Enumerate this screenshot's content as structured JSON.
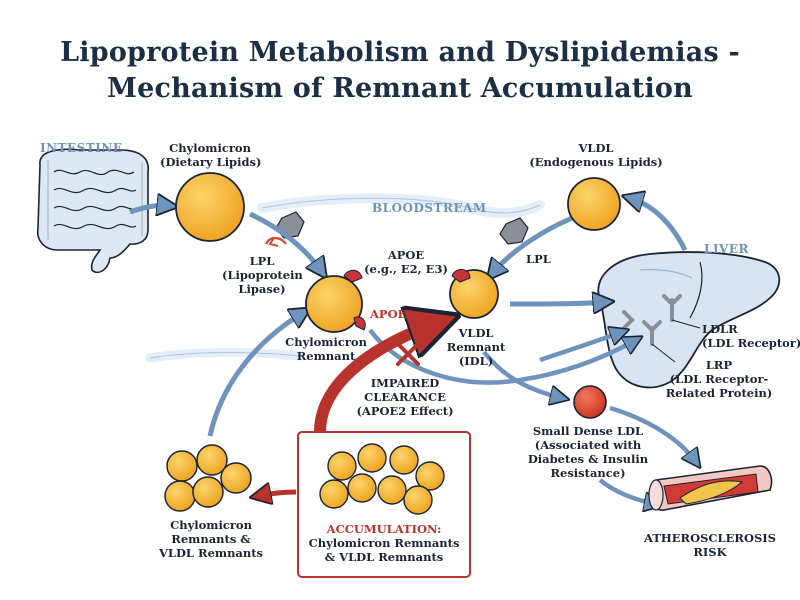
{
  "title": {
    "line1": "Lipoprotein Metabolism and Dyslipidemias -",
    "line2": "Mechanism of Remnant Accumulation"
  },
  "labels": {
    "intestine": "INTESTINE",
    "bloodstream": "BLOODSTREAM",
    "liver": "LIVER",
    "chylomicron": [
      "Chylomicron",
      "(Dietary Lipids)"
    ],
    "vldl": [
      "VLDL",
      "(Endogenous Lipids)"
    ],
    "lpl_left": [
      "LPL",
      "(Lipoprotein",
      "Lipase)"
    ],
    "lpl_right": "LPL",
    "apoe": [
      "APOE",
      "(e.g., E2, E3)"
    ],
    "apoe2": "APOE2",
    "chylomicron_remnant": [
      "Chylomicron",
      "Remnant"
    ],
    "vldl_remnant": [
      "VLDL",
      "Remnant",
      "(IDL)"
    ],
    "impaired": [
      "IMPAIRED",
      "CLEARANCE",
      "(APOE2 Effect)"
    ],
    "ldlr": [
      "LDLR",
      "(LDL Receptor)"
    ],
    "lrp": [
      "LRP",
      "(LDL Receptor-",
      "Related Protein)"
    ],
    "small_dense_ldl": [
      "Small Dense LDL",
      "(Associated with",
      "Diabetes & Insulin",
      "Resistance)"
    ],
    "remnants_left": [
      "Chylomicron",
      "Remnants &",
      "VLDL Remnants"
    ],
    "accumulation": [
      "ACCUMULATION:",
      "Chylomicron Remnants",
      "& VLDL Remnants"
    ],
    "athero": [
      "ATHEROSCLEROSIS",
      "RISK"
    ]
  },
  "colors": {
    "title": "#1b2f45",
    "particle": "#f3b42e",
    "particle_edge": "#1c2333",
    "arrow_blue": "#6e93bc",
    "arrow_red": "#b8322e",
    "liver_fill": "#d6e4f3",
    "intestine_fill": "#dce8f4",
    "ldl_particle": "#d9452f",
    "receptor_grey": "#8a8f97"
  }
}
